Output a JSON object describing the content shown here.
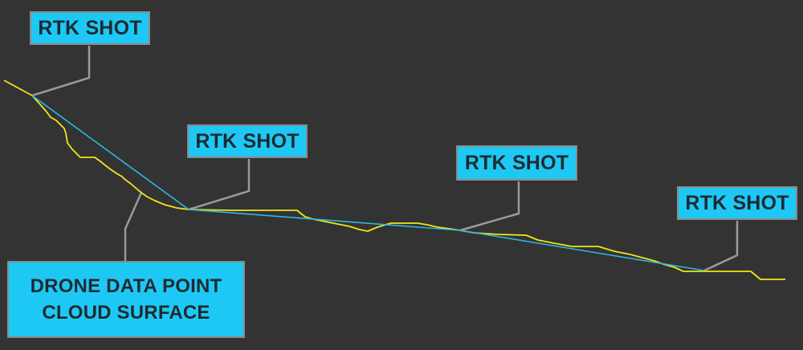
{
  "colors": {
    "background": "#333333",
    "label_fill": "#1ec8f4",
    "label_border": "#8a8a8a",
    "label_text": "#1f2a30",
    "leader_line": "#9a9a9a",
    "drone_surface_line": "#f2e51c",
    "rtk_line": "#2ab8e0"
  },
  "labels": {
    "rtk_shot_1": "RTK SHOT",
    "rtk_shot_2": "RTK SHOT",
    "rtk_shot_3": "RTK SHOT",
    "rtk_shot_4": "RTK SHOT",
    "drone_surface": {
      "line1": "DRONE DATA POINT",
      "line2": "CLOUD SURFACE"
    }
  }
}
